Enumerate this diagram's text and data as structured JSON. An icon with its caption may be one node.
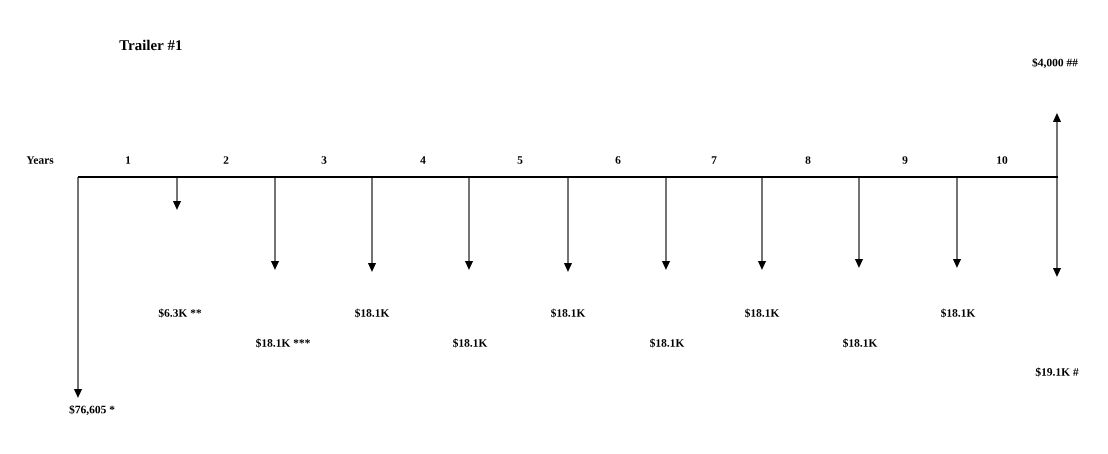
{
  "diagram": {
    "title": "Trailer #1",
    "labels": [
      "$4,000 ##",
      "Years",
      "1",
      "2",
      "3",
      "4",
      "5",
      "6",
      "7",
      "8",
      "9",
      "10",
      "$6.3K **",
      "$18.1K",
      "$18.1K",
      "$18.1K",
      "$18.1K",
      "$18.1K ***",
      "$18.1K",
      "$18.1K",
      "$18.1K",
      "$19.1K #",
      "$76,605 *"
    ]
  }
}
